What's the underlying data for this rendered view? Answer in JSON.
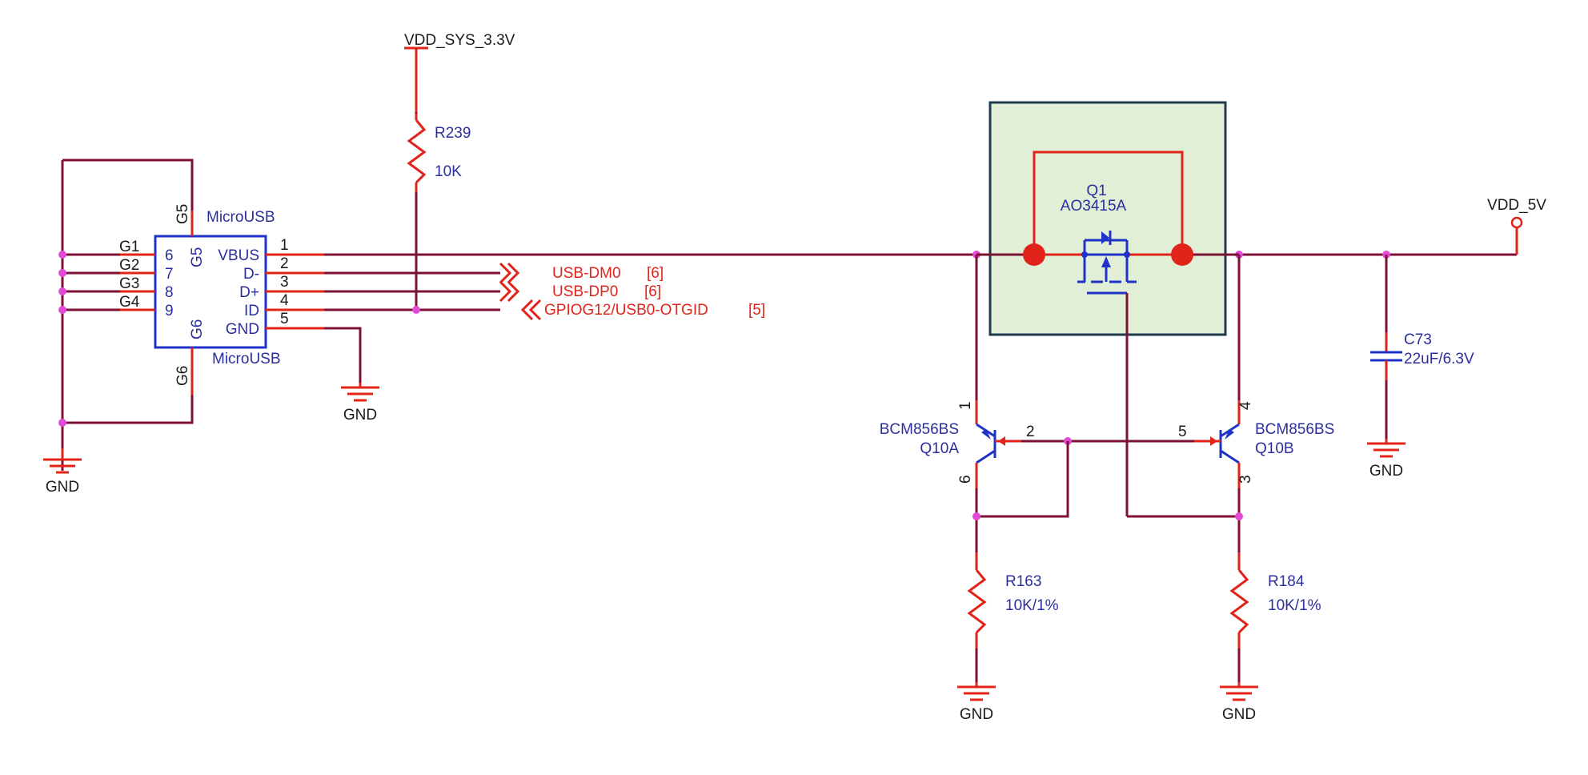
{
  "rails": {
    "vdd_sys": "VDD_SYS_3.3V",
    "vdd_5v": "VDD_5V"
  },
  "gnd_label": "GND",
  "usb_connector": {
    "ref_top": "MicroUSB",
    "ref_bottom": "MicroUSB",
    "left_pins": [
      {
        "name": "G1",
        "num": "6"
      },
      {
        "name": "G2",
        "num": "7"
      },
      {
        "name": "G3",
        "num": "8"
      },
      {
        "name": "G4",
        "num": "9"
      }
    ],
    "right_pins": [
      {
        "name": "VBUS",
        "num": "1"
      },
      {
        "name": "D-",
        "num": "2"
      },
      {
        "name": "D+",
        "num": "3"
      },
      {
        "name": "ID",
        "num": "4"
      },
      {
        "name": "GND",
        "num": "5"
      }
    ],
    "top_pin": "G5",
    "bottom_pin": "G6",
    "inner_top": "G5",
    "inner_bottom": "G6"
  },
  "nets": [
    {
      "name": "USB-DM0",
      "ref": "[6]"
    },
    {
      "name": "USB-DP0",
      "ref": "[6]"
    },
    {
      "name": "GPIOG12/USB0-OTGID",
      "ref": "[5]"
    }
  ],
  "components": {
    "r239": {
      "ref": "R239",
      "value": "10K"
    },
    "q1": {
      "ref": "Q1",
      "part": "AO3415A"
    },
    "q10a": {
      "part": "BCM856BS",
      "ref": "Q10A",
      "pin_c": "1",
      "pin_b": "2",
      "pin_e": "6"
    },
    "q10b": {
      "part": "BCM856BS",
      "ref": "Q10B",
      "pin_c": "4",
      "pin_b": "5",
      "pin_e": "3"
    },
    "r163": {
      "ref": "R163",
      "value": "10K/1%"
    },
    "r184": {
      "ref": "R184",
      "value": "10K/1%"
    },
    "c73": {
      "ref": "C73",
      "value": "22uF/6.3V"
    }
  },
  "colors": {
    "wire": "#7b1236",
    "pin_stub": "#e2231a",
    "symbol": "#1f33c9",
    "junction": "#e34ad8",
    "highlight_fill": "#e1efd6",
    "highlight_border": "#1f3a4d"
  }
}
